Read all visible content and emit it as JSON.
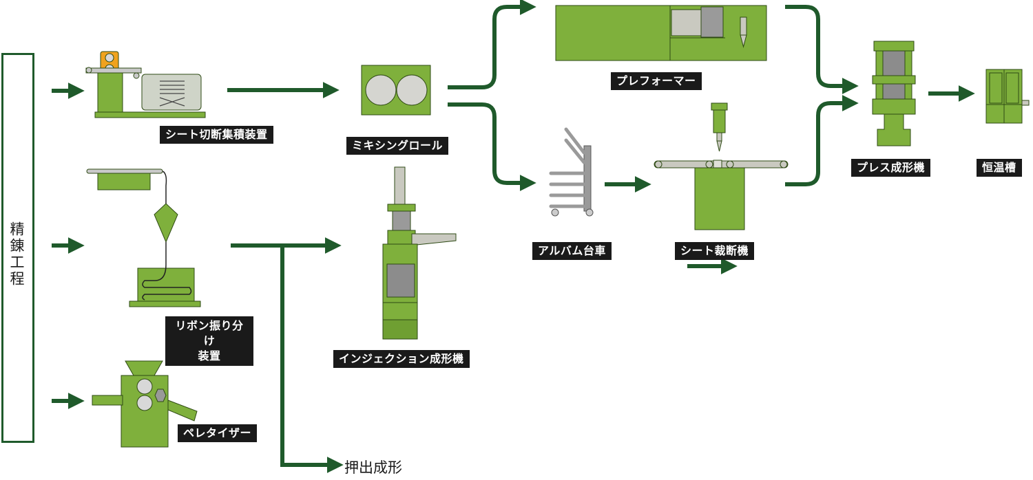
{
  "title": "",
  "process": {
    "refining": "精錬工程",
    "extrusion": "押出成形"
  },
  "machines": {
    "sheet_cutter_stacker": "シート切断集積装置",
    "ribbon_distributor_line1": "リボン振り分け",
    "ribbon_distributor_line2": "装置",
    "pelletizer": "ペレタイザー",
    "mixing_roll": "ミキシングロール",
    "injection_molding": "インジェクション成形機",
    "preformer": "プレフォーマー",
    "album_cart": "アルバム台車",
    "sheet_cutting_machine": "シート裁断機",
    "press_molding": "プレス成形機",
    "thermostatic_tank": "恒温槽"
  },
  "colors": {
    "machine_green": "#7fb03c",
    "machine_outline": "#2e4a14",
    "arrow_green": "#1f5a2b",
    "metal_gray": "#a8a8a8",
    "window_gray": "#8c8c8c",
    "label_bg": "#1a1a1a",
    "accent_orange": "#f0a21e"
  }
}
